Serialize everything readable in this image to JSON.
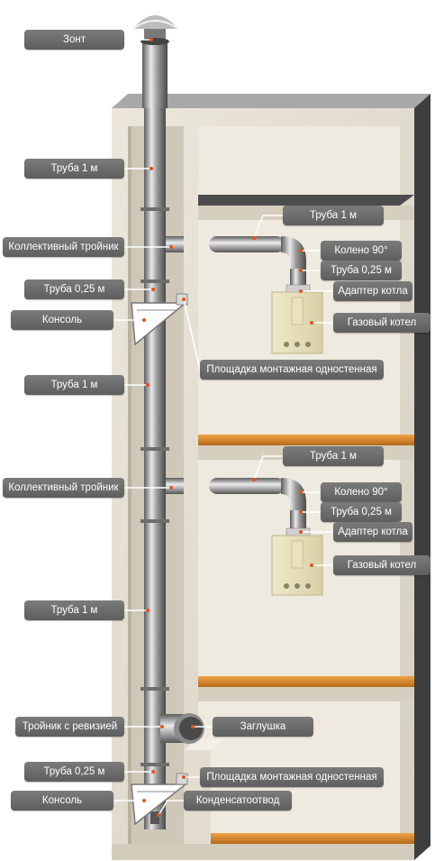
{
  "labels": {
    "zont": "Зонт",
    "pipe_1m": "Труба 1 м",
    "collective_tee": "Коллективный тройник",
    "pipe_025": "Труба 0,25 м",
    "console": "Консоль",
    "platform_single_wall": "Площадка монтажная одностенная",
    "elbow_90": "Колено 90°",
    "boiler_adapter": "Адаптер котла",
    "gas_boiler": "Газовый котел",
    "tee_revision": "Тройник с ревизией",
    "cap": "Заглушка",
    "condensate_drain": "Конденсатоотвод"
  },
  "colors": {
    "label_bg": "#6b6b6b",
    "label_text": "#ffffff",
    "leader_dot": "#e8501a",
    "wall": "#ddd7ca",
    "wall_top": "#9c9c9c",
    "wall_dark": "#3c3c3c",
    "floor": "#d98a2c"
  }
}
